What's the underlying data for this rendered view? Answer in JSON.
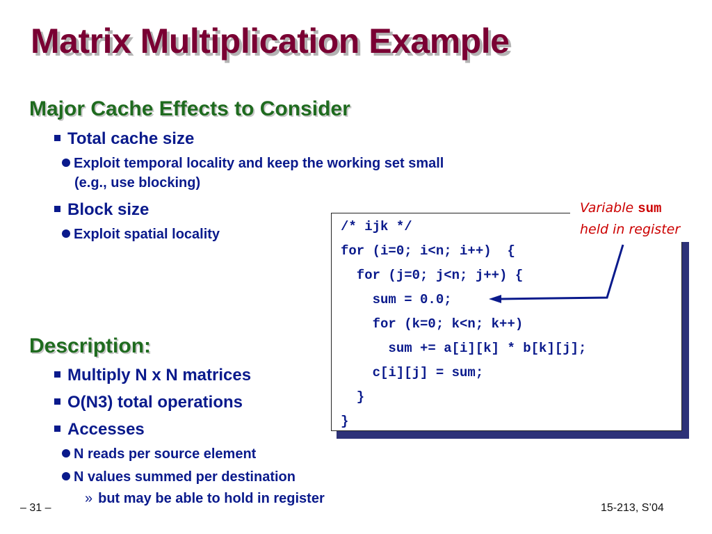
{
  "title": "Matrix Multiplication Example",
  "section1": {
    "heading": "Major Cache Effects to Consider",
    "items": [
      {
        "text": "Total cache size",
        "subitems": [
          {
            "line1": "Exploit temporal locality and keep the working set small",
            "line2": "(e.g., use blocking)"
          }
        ]
      },
      {
        "text": "Block size",
        "subitems": [
          {
            "line1": "Exploit spatial locality"
          }
        ]
      }
    ]
  },
  "section2": {
    "heading": "Description:",
    "items": [
      {
        "text": "Multiply N x N matrices"
      },
      {
        "text": "O(N3) total operations"
      },
      {
        "text": "Accesses",
        "subitems": [
          {
            "line1": "N reads per source element"
          },
          {
            "line1": "N values summed per destination"
          }
        ],
        "subsubitems": [
          {
            "marker": "»",
            "text": "but may be able to hold in register"
          }
        ]
      }
    ]
  },
  "code": {
    "lines": [
      "/* ijk */",
      "for (i=0; i<n; i++)  {",
      "  for (j=0; j<n; j++) {",
      "    sum = 0.0;",
      "    for (k=0; k<n; k++)",
      "      sum += a[i][k] * b[k][j];",
      "    c[i][j] = sum;",
      "  }",
      "}"
    ]
  },
  "annotation": {
    "prefix": "Variable ",
    "keyword": "sum",
    "line2": "held in register",
    "color": "#cc0000"
  },
  "footer": {
    "page": "– 31 –",
    "course": "15-213, S’04"
  },
  "colors": {
    "title": "#7a0033",
    "heading": "#1f6b1f",
    "body": "#0a1a8c",
    "code_shadow": "#2d3278"
  }
}
